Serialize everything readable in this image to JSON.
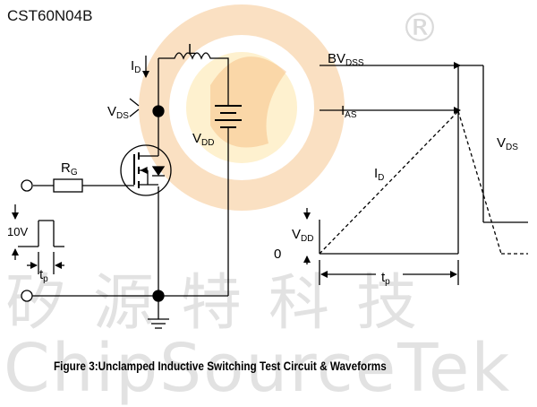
{
  "part_number": "CST60N04B",
  "caption": "Figure 3:Unclamped Inductive Switching Test Circuit & Waveforms",
  "watermark": {
    "chinese": "矽源特科技",
    "english": "ChipSourceTek",
    "registered_mark": "®"
  },
  "circuit": {
    "id": {
      "main": "I",
      "sub": "D"
    },
    "l": {
      "main": "L",
      "sub": ""
    },
    "vds": {
      "main": "V",
      "sub": "DS"
    },
    "vdd": {
      "main": "V",
      "sub": "DD"
    },
    "rg": {
      "main": "R",
      "sub": "G"
    },
    "pulse": {
      "main": "10V",
      "sub": ""
    },
    "tp": {
      "main": "t",
      "sub": "p"
    }
  },
  "waveform": {
    "bvdss": {
      "main": "BV",
      "sub": "DSS"
    },
    "ias": {
      "main": "I",
      "sub": "AS"
    },
    "id": {
      "main": "I",
      "sub": "D"
    },
    "vds": {
      "main": "V",
      "sub": "DS"
    },
    "vdd": {
      "main": "V",
      "sub": "DD"
    },
    "zero": {
      "main": "0",
      "sub": ""
    },
    "tp": {
      "main": "t",
      "sub": "p"
    }
  },
  "colors": {
    "line": "#000000",
    "logo_orange": "#f3b070",
    "logo_yellow": "#fbe39a",
    "watermark": "#969696"
  }
}
